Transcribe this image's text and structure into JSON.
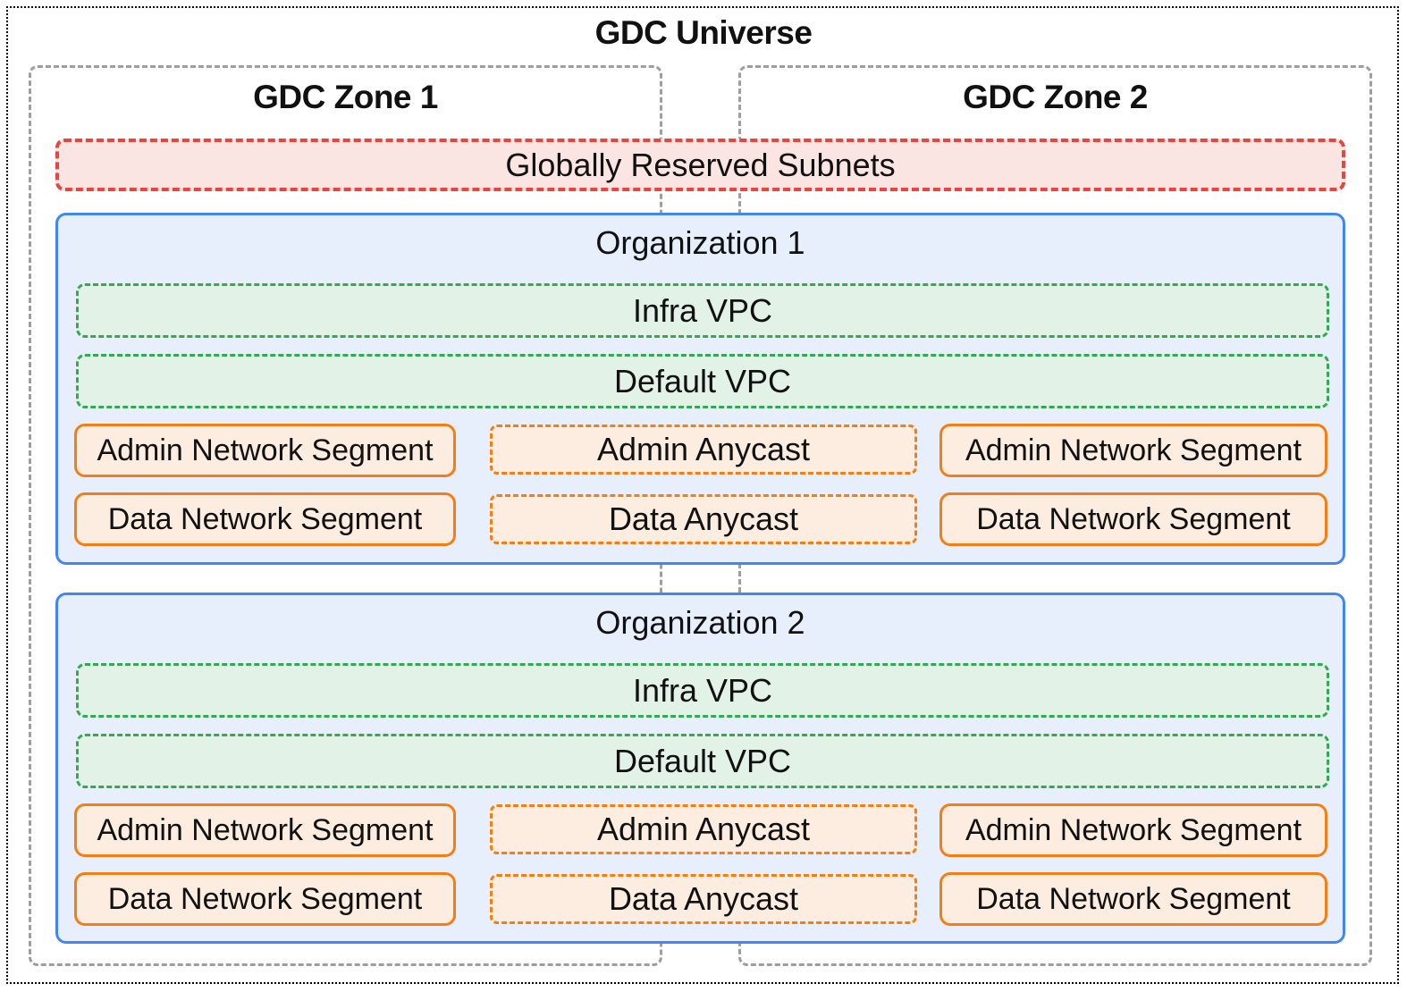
{
  "diagram": {
    "title": "GDC Universe",
    "zones": [
      {
        "label": "GDC Zone 1"
      },
      {
        "label": "GDC Zone 2"
      }
    ],
    "global_subnets": {
      "label": "Globally Reserved Subnets"
    },
    "organizations": [
      {
        "label": "Organization 1",
        "vpcs": [
          {
            "label": "Infra VPC"
          },
          {
            "label": "Default VPC"
          }
        ],
        "network_rows": [
          {
            "zone1_segment": "Admin Network Segment",
            "anycast": "Admin Anycast",
            "zone2_segment": "Admin Network Segment"
          },
          {
            "zone1_segment": "Data Network Segment",
            "anycast": "Data Anycast",
            "zone2_segment": "Data Network Segment"
          }
        ]
      },
      {
        "label": "Organization 2",
        "vpcs": [
          {
            "label": "Infra VPC"
          },
          {
            "label": "Default VPC"
          }
        ],
        "network_rows": [
          {
            "zone1_segment": "Admin Network Segment",
            "anycast": "Admin Anycast",
            "zone2_segment": "Admin Network Segment"
          },
          {
            "zone1_segment": "Data Network Segment",
            "anycast": "Data Anycast",
            "zone2_segment": "Data Network Segment"
          }
        ]
      }
    ],
    "colors": {
      "universe_border": "#000000",
      "zone_border": "#9e9e9e",
      "reserved_border": "#e8453c",
      "reserved_fill": "#fbe5e2",
      "org_border": "#4285f4",
      "org_fill": "#e7eefc",
      "vpc_border": "#34a853",
      "vpc_fill": "#e2f2e7",
      "segment_border": "#f57e14",
      "segment_fill": "#fcede0"
    }
  }
}
